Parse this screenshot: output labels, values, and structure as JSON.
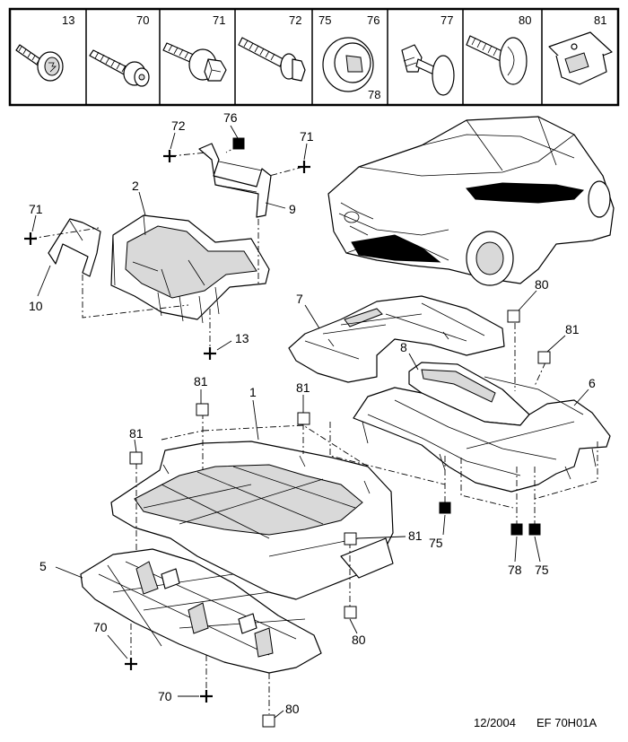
{
  "legend": {
    "cells": [
      {
        "labels": [
          "13"
        ]
      },
      {
        "labels": [
          "70"
        ]
      },
      {
        "labels": [
          "71"
        ]
      },
      {
        "labels": [
          "72"
        ]
      },
      {
        "labels": [
          "75",
          "76",
          "78"
        ]
      },
      {
        "labels": [
          "77"
        ]
      },
      {
        "labels": [
          "80"
        ]
      },
      {
        "labels": [
          "81"
        ]
      }
    ]
  },
  "callouts": {
    "p72": "72",
    "p76": "76",
    "p71a": "71",
    "p71b": "71",
    "p2": "2",
    "p9": "9",
    "p10": "10",
    "p13": "13",
    "p7": "7",
    "p80a": "80",
    "p81a": "81",
    "p8": "8",
    "p6": "6",
    "p1": "1",
    "p81b": "81",
    "p81c": "81",
    "p81d": "81",
    "p81e": "81",
    "p75a": "75",
    "p78": "78",
    "p75b": "75",
    "p5": "5",
    "p80b": "80",
    "p70a": "70",
    "p70b": "70",
    "p80c": "80"
  },
  "footer": {
    "date": "12/2004",
    "reference": "EF 70H01A"
  }
}
